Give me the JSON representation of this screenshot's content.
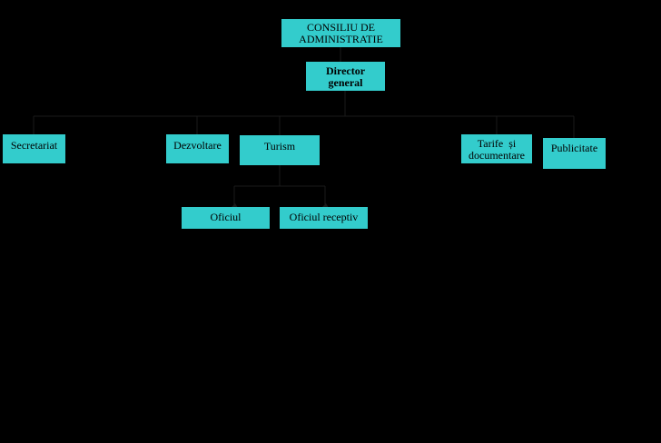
{
  "org_chart": {
    "board_lines": [
      "CONSILIU DE",
      "ADMINISTRATIE"
    ],
    "director_lines": [
      "Director",
      "general"
    ],
    "departments": {
      "secretariat": "Secretariat",
      "dezvoltare": "Dezvoltare",
      "turism": "Turism",
      "tarife_lines": [
        "Tarife  și",
        "documentare"
      ],
      "publicitate": "Publicitate"
    },
    "offices": {
      "oficiul": "Oficiul",
      "oficiul_receptiv": "Oficiul receptiv"
    }
  },
  "colors": {
    "background": "#000000",
    "box_fill": "#33cccc",
    "text": "#000000",
    "connector": "#1a1a1a"
  }
}
